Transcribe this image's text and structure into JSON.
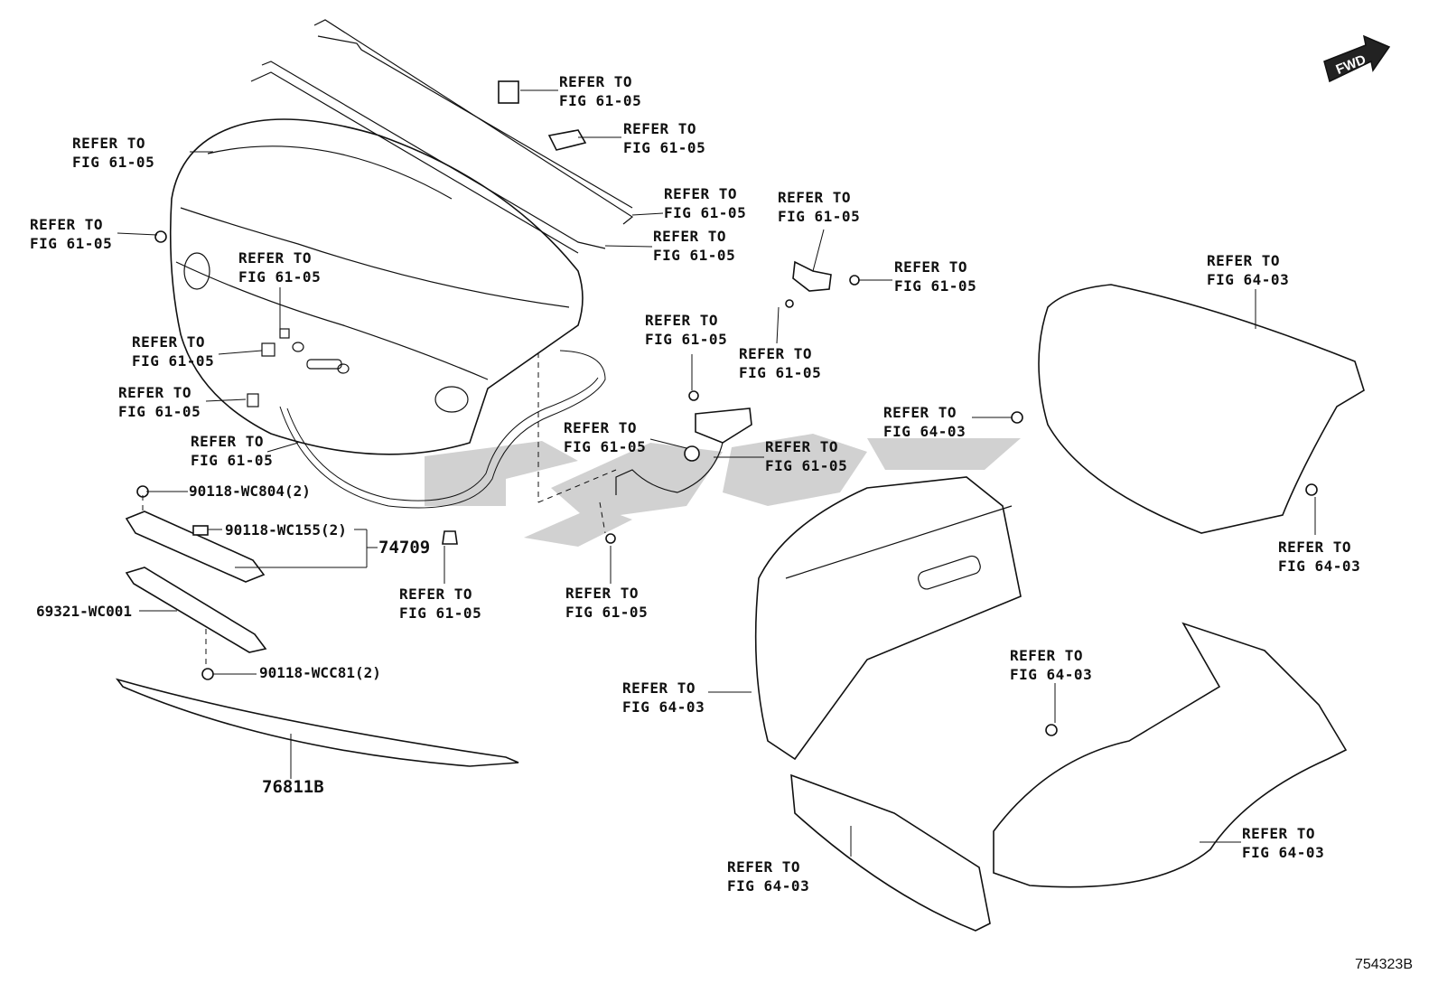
{
  "refer_texts": {
    "fig_61_05_line1": "REFER TO",
    "fig_61_05_line2": "FIG 61-05",
    "fig_64_03_line1": "REFER TO",
    "fig_64_03_line2": "FIG 64-03"
  },
  "part_numbers": {
    "bolt_top": "90118-WC804(2)",
    "clip_mid": "90118-WC155(2)",
    "group": "74709",
    "garnish": "69321-WC001",
    "bolt_bottom": "90118-WCC81(2)",
    "spoiler": "76811B"
  },
  "fwd_label": "FWD",
  "diagram_code": "754323B"
}
